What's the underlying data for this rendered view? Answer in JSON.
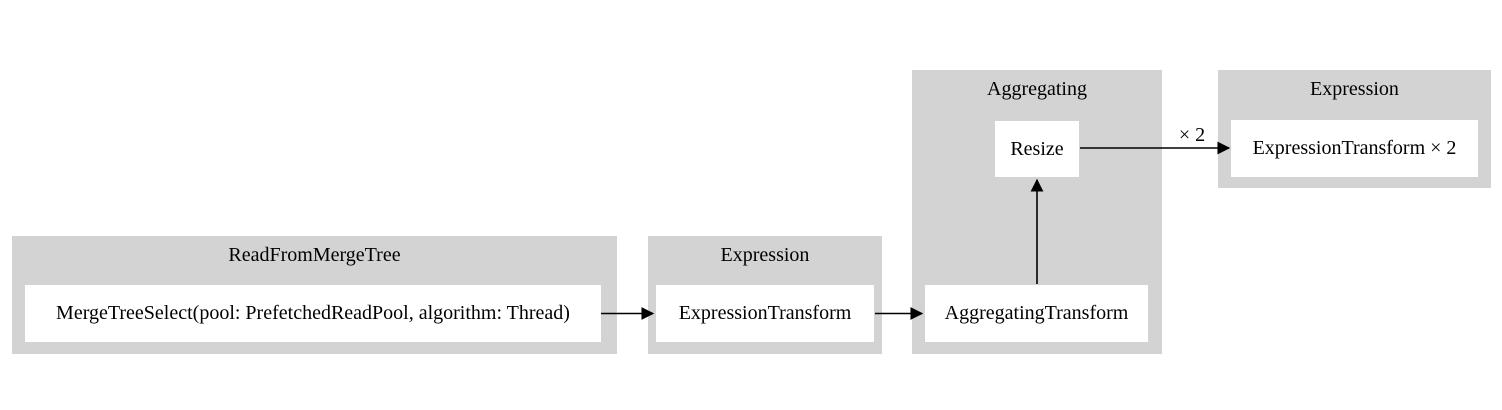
{
  "diagram": {
    "kind": "query-pipeline-graph",
    "background_color": "#ffffff",
    "cluster_fill_color": "#d3d3d3",
    "node_fill_color": "#ffffff",
    "text_color": "#000000",
    "edge_color": "#000000",
    "clusters": [
      {
        "title": "ReadFromMergeTree",
        "nodes": [
          {
            "label": "MergeTreeSelect(pool: PrefetchedReadPool, algorithm: Thread)"
          }
        ]
      },
      {
        "title": "Expression",
        "nodes": [
          {
            "label": "ExpressionTransform"
          }
        ]
      },
      {
        "title": "Aggregating",
        "nodes": [
          {
            "label": "AggregatingTransform"
          },
          {
            "label": "Resize"
          }
        ]
      },
      {
        "title": "Expression",
        "nodes": [
          {
            "label": "ExpressionTransform × 2"
          }
        ]
      }
    ],
    "edges": [
      {
        "from": "MergeTreeSelect(pool: PrefetchedReadPool, algorithm: Thread)",
        "to": "ExpressionTransform",
        "label": ""
      },
      {
        "from": "ExpressionTransform",
        "to": "AggregatingTransform",
        "label": ""
      },
      {
        "from": "AggregatingTransform",
        "to": "Resize",
        "label": ""
      },
      {
        "from": "Resize",
        "to": "ExpressionTransform × 2",
        "label": "× 2"
      }
    ]
  }
}
